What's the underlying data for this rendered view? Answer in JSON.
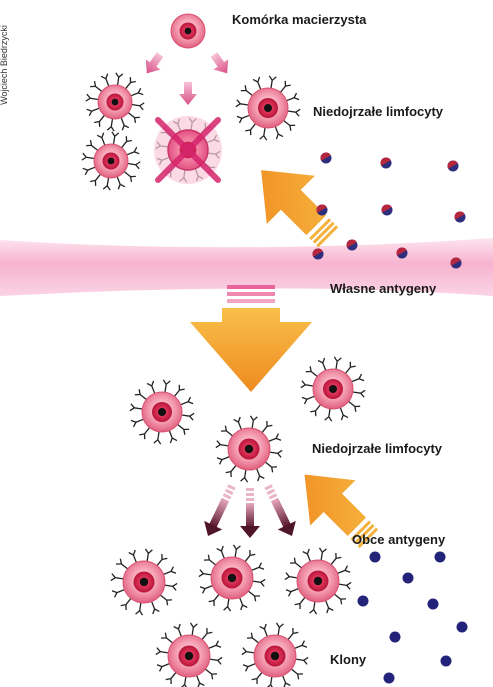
{
  "credit": "Wojciech Biedrzycki",
  "labels": {
    "stem_cell": "Komórka macierzysta",
    "immature_top": "Niedojrzałe limfocyty",
    "own_antigens": "Własne antygeny",
    "immature_bottom": "Niedojrzałe limfocyty",
    "foreign_antigens": "Obce antygeny",
    "clones": "Klony"
  },
  "colors": {
    "cell_pink": "#f0a3b3",
    "nucleus_red": "#c0143c",
    "band_pink": "#f7b8d2",
    "arrow_orange": "#f39a2b",
    "receptor_dark": "#222222",
    "antigen_red": "#b5273c",
    "antigen_blue": "#2e2e7e",
    "foreign_antigen_blue": "#23237a"
  }
}
